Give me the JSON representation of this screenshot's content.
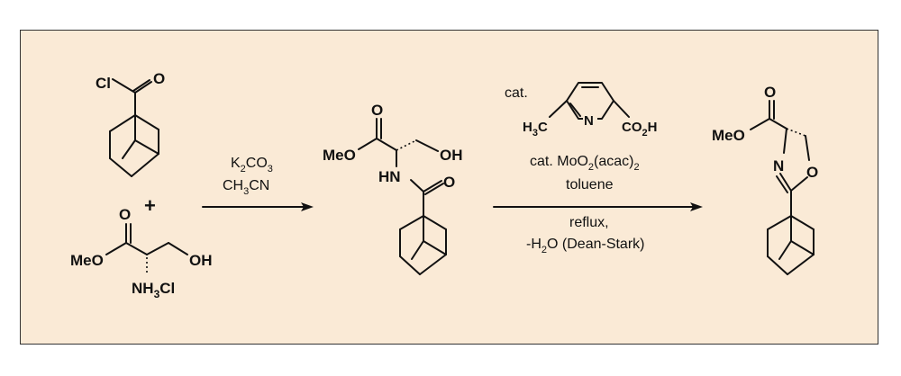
{
  "scheme": {
    "start_acyl_chloride": {
      "label_cl": "Cl",
      "label_o": "O"
    },
    "plus": "+",
    "start_serine": {
      "label_o": "O",
      "label_meo": "MeO",
      "label_oh": "OH",
      "label_nh3cl": "NH",
      "nh3cl_sub": "3",
      "nh3cl_tail": "Cl"
    },
    "step1": {
      "reagent1": {
        "main": "K",
        "sub1": "2",
        "mid": "CO",
        "sub2": "3"
      },
      "reagent2": {
        "main": "CH",
        "sub1": "3",
        "tail": "CN"
      }
    },
    "intermediate": {
      "label_o": "O",
      "label_meo": "MeO",
      "label_oh": "OH",
      "label_hn": "HN",
      "label_o2": "O"
    },
    "step2": {
      "cat_label": "cat.",
      "pyridine": {
        "h3c": "H",
        "h3c_sub": "3",
        "h3c_tail": "C",
        "n": "N",
        "co2h": "CO",
        "co2h_sub": "2",
        "co2h_tail": "H"
      },
      "line2": {
        "pre": "cat. MoO",
        "sub1": "2",
        "mid": "(acac)",
        "sub2": "2"
      },
      "line3": "toluene",
      "line4": "reflux,",
      "line5": {
        "pre": "-H",
        "sub": "2",
        "tail": "O (Dean-Stark)"
      }
    },
    "product": {
      "label_o": "O",
      "label_meo": "MeO",
      "label_n": "N",
      "label_o_ring": "O"
    }
  },
  "colors": {
    "panel_background": "#faead6",
    "border": "#333333",
    "ink": "#111111"
  }
}
